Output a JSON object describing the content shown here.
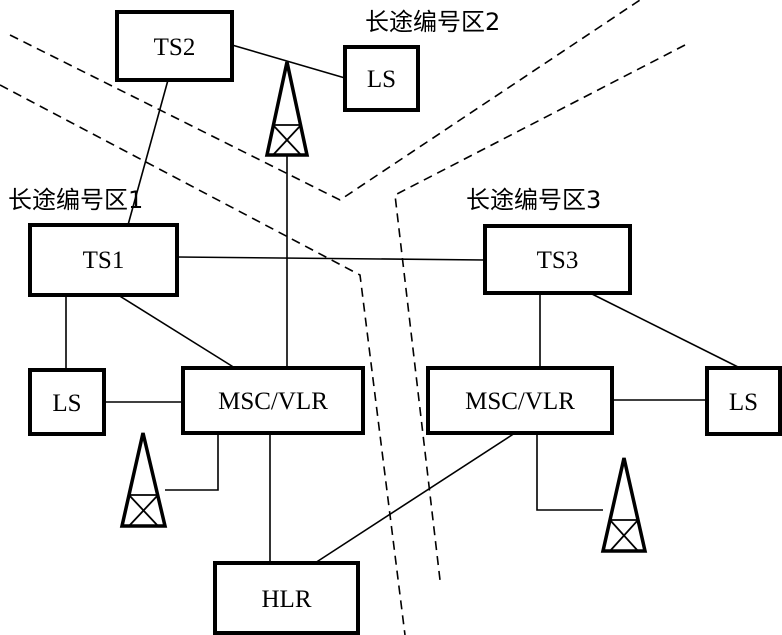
{
  "regions": [
    {
      "label": "长途编号区2"
    },
    {
      "label": "长途编号区1"
    },
    {
      "label": "长途编号区3"
    }
  ],
  "nodes": {
    "ts2": "TS2",
    "ls_top": "LS",
    "ts1": "TS1",
    "ts3": "TS3",
    "ls_left": "LS",
    "msc_left": "MSC/VLR",
    "msc_right": "MSC/VLR",
    "ls_right": "LS",
    "hlr": "HLR"
  },
  "icons": {
    "tower": "antenna-tower-icon"
  }
}
